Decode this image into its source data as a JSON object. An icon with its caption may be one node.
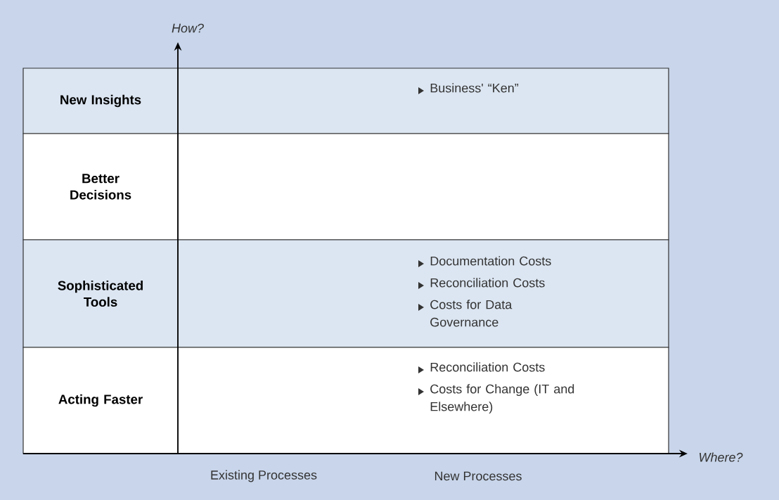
{
  "diagram": {
    "nodes": [
      {
        "text": [
          "New Insights",
          "Business' “Ken”"
        ]
      },
      {
        "text": [
          "Better Decisions"
        ]
      },
      {
        "text": [
          "Sophisticated Tools",
          "Documentation Costs",
          "Reconciliation Costs",
          "Costs for Data Governance"
        ]
      },
      {
        "text": [
          "Acting Faster",
          "Reconciliation Costs",
          "Costs for Change (IT and Elsewhere)"
        ]
      }
    ],
    "labels": [
      "How?",
      "Where?",
      "Existing Processes",
      "New Processes"
    ]
  }
}
